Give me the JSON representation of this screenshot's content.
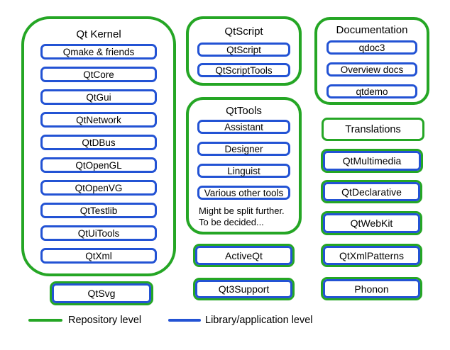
{
  "colors": {
    "green": "#25a625",
    "blue": "#2353d4"
  },
  "groups": {
    "kernel": {
      "title": "Qt Kernel",
      "items": [
        "Qmake & friends",
        "QtCore",
        "QtGui",
        "QtNetwork",
        "QtDBus",
        "QtOpenGL",
        "QtOpenVG",
        "QtTestlib",
        "QtUiTools",
        "QtXml"
      ]
    },
    "qtscript": {
      "title": "QtScript",
      "items": [
        "QtScript",
        "QtScriptTools"
      ]
    },
    "qttools": {
      "title": "QtTools",
      "items": [
        "Assistant",
        "Designer",
        "Linguist",
        "Various other tools"
      ],
      "note": [
        "Might be split further.",
        "To be decided..."
      ]
    },
    "documentation": {
      "title": "Documentation",
      "items": [
        "qdoc3",
        "Overview docs",
        "qtdemo"
      ]
    }
  },
  "modules": {
    "qtsvg": "QtSvg",
    "activeqt": "ActiveQt",
    "qt3support": "Qt3Support",
    "translations": "Translations",
    "qtmultimedia": "QtMultimedia",
    "qtdeclarative": "QtDeclarative",
    "qtwebkit": "QtWebKit",
    "qtxmlpatterns": "QtXmlPatterns",
    "phonon": "Phonon"
  },
  "legend": {
    "repository": "Repository level",
    "library": "Library/application level"
  }
}
